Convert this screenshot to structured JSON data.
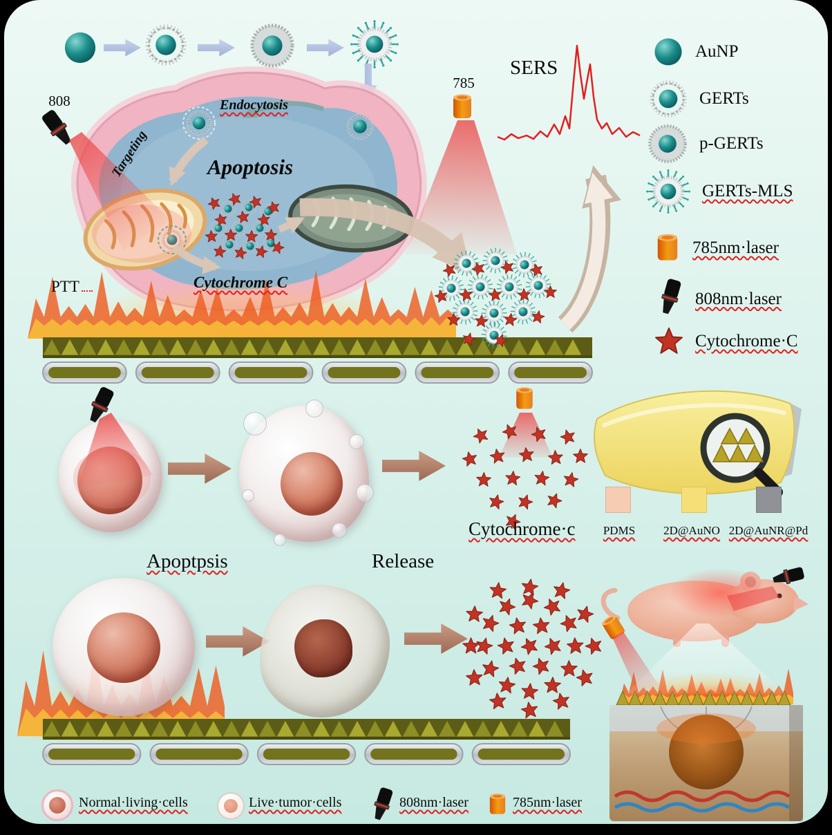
{
  "palette": {
    "background_top": "#ecf8f4",
    "background_bottom": "#c9ebe4",
    "frame": "#000000",
    "teal": "#1b8d8b",
    "star_red": "#c23325",
    "laser_orange": "#e67e22",
    "gold": "#8c8c22",
    "membrane_pink": "#f0b4c3",
    "cytoplasm_blue": "#8fb6ce",
    "spectrum_red": "#e02020"
  },
  "synthesis_row": {
    "steps": [
      "AuNP",
      "GERTs",
      "p-GERTs",
      "GERTs-MLS"
    ]
  },
  "cell_scene": {
    "laser_label": "808",
    "endocytosis_label": "Endocytosis",
    "targeting_label": "Targeting",
    "apoptosis_label": "Apoptosis",
    "cytochrome_label": "Cytochrome C",
    "ptt_label": "PTT"
  },
  "sers_scene": {
    "laser_label": "785",
    "title": "SERS",
    "spectrum_points": [
      [
        2,
        150
      ],
      [
        12,
        154
      ],
      [
        22,
        146
      ],
      [
        32,
        152
      ],
      [
        44,
        148
      ],
      [
        54,
        153
      ],
      [
        64,
        142
      ],
      [
        74,
        150
      ],
      [
        84,
        132
      ],
      [
        92,
        146
      ],
      [
        100,
        120
      ],
      [
        106,
        138
      ],
      [
        112,
        70
      ],
      [
        117,
        18
      ],
      [
        122,
        60
      ],
      [
        127,
        95
      ],
      [
        131,
        72
      ],
      [
        136,
        45
      ],
      [
        141,
        92
      ],
      [
        146,
        125
      ],
      [
        153,
        138
      ],
      [
        160,
        130
      ],
      [
        168,
        146
      ],
      [
        178,
        137
      ],
      [
        188,
        150
      ],
      [
        198,
        143
      ],
      [
        208,
        148
      ]
    ]
  },
  "legend": {
    "items": [
      {
        "icon": "aunp-icon",
        "label": "AuNP"
      },
      {
        "icon": "gerts-icon",
        "label": "GERTs"
      },
      {
        "icon": "p-gerts-icon",
        "label": "p-GERTs"
      },
      {
        "icon": "gerts-mls-icon",
        "label": "GERTs-MLS"
      },
      {
        "icon": "laser-785-icon",
        "label": "785nm·laser"
      },
      {
        "icon": "laser-808-icon",
        "label": "808nm·laser"
      },
      {
        "icon": "cytochrome-star-icon",
        "label": "Cytochrome·C"
      }
    ]
  },
  "apoptosis_scene": {
    "apoptosis_label": "Apoptpsis",
    "release_label": "Release",
    "cytochrome_label": "Cytochrome·c"
  },
  "materials_legend": {
    "items": [
      {
        "label": "PDMS",
        "swatch": "#f6cdb2"
      },
      {
        "label": "2D@AuNO",
        "swatch": "#f7df77"
      },
      {
        "label": "2D@AuNR@Pd",
        "swatch": "#8f9296"
      }
    ]
  },
  "bottom_legend": {
    "items": [
      {
        "icon": "normal-cell-icon",
        "label": "Normal·living·cells"
      },
      {
        "icon": "tumor-cell-icon",
        "label": "Live·tumor·cells"
      },
      {
        "icon": "laser-808-icon",
        "label": "808nm·laser"
      },
      {
        "icon": "laser-785-icon",
        "label": "785nm·laser"
      }
    ]
  }
}
